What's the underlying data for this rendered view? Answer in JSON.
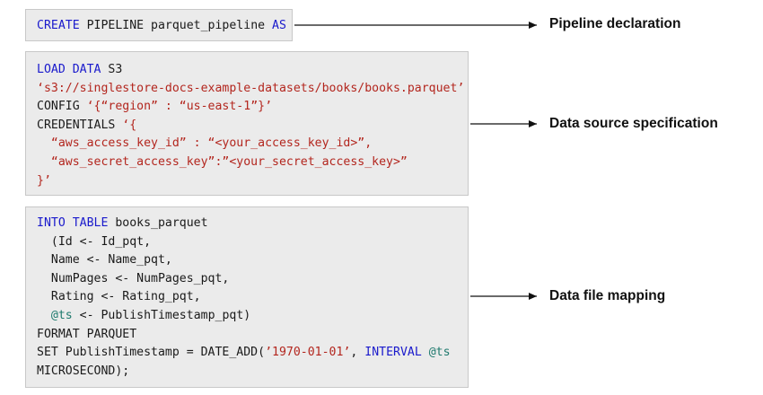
{
  "blocks": [
    {
      "id": "declaration",
      "label": "Pipeline declaration",
      "lines": [
        [
          {
            "t": "CREATE",
            "c": "kw"
          },
          {
            "t": " PIPELINE parquet_pipeline ",
            "c": "pl"
          },
          {
            "t": "AS",
            "c": "kw"
          }
        ]
      ]
    },
    {
      "id": "source",
      "label": "Data source specification",
      "lines": [
        [
          {
            "t": "LOAD DATA",
            "c": "kw"
          },
          {
            "t": " S3",
            "c": "pl"
          }
        ],
        [
          {
            "t": "‘s3://singlestore-docs-example-datasets/books/books.parquet’",
            "c": "str"
          }
        ],
        [
          {
            "t": "CONFIG ",
            "c": "pl"
          },
          {
            "t": "‘{“region” : “us-east-1”}’",
            "c": "str"
          }
        ],
        [
          {
            "t": "CREDENTIALS ",
            "c": "pl"
          },
          {
            "t": "‘{",
            "c": "str"
          }
        ],
        [
          {
            "t": "  “aws_access_key_id” : “<your_access_key_id>”,",
            "c": "str"
          }
        ],
        [
          {
            "t": "  “aws_secret_access_key”:”<your_secret_access_key>”",
            "c": "str"
          }
        ],
        [
          {
            "t": "}’",
            "c": "str"
          }
        ]
      ]
    },
    {
      "id": "mapping",
      "label": "Data file mapping",
      "lines": [
        [
          {
            "t": "INTO TABLE",
            "c": "kw"
          },
          {
            "t": " books_parquet",
            "c": "pl"
          }
        ],
        [
          {
            "t": "  (Id <- Id_pqt,",
            "c": "pl"
          }
        ],
        [
          {
            "t": "  Name <- Name_pqt,",
            "c": "pl"
          }
        ],
        [
          {
            "t": "  NumPages <- NumPages_pqt,",
            "c": "pl"
          }
        ],
        [
          {
            "t": "  Rating <- Rating_pqt,",
            "c": "pl"
          }
        ],
        [
          {
            "t": "  ",
            "c": "pl"
          },
          {
            "t": "@ts",
            "c": "var"
          },
          {
            "t": " <- PublishTimestamp_pqt)",
            "c": "pl"
          }
        ],
        [
          {
            "t": "FORMAT PARQUET",
            "c": "pl"
          }
        ],
        [
          {
            "t": "SET PublishTimestamp = DATE_ADD(",
            "c": "pl"
          },
          {
            "t": "’1970-01-01’",
            "c": "str"
          },
          {
            "t": ", ",
            "c": "pl"
          },
          {
            "t": "INTERVAL",
            "c": "kw"
          },
          {
            "t": " ",
            "c": "pl"
          },
          {
            "t": "@ts",
            "c": "var"
          }
        ],
        [
          {
            "t": "MICROSECOND);",
            "c": "pl"
          }
        ]
      ]
    }
  ]
}
